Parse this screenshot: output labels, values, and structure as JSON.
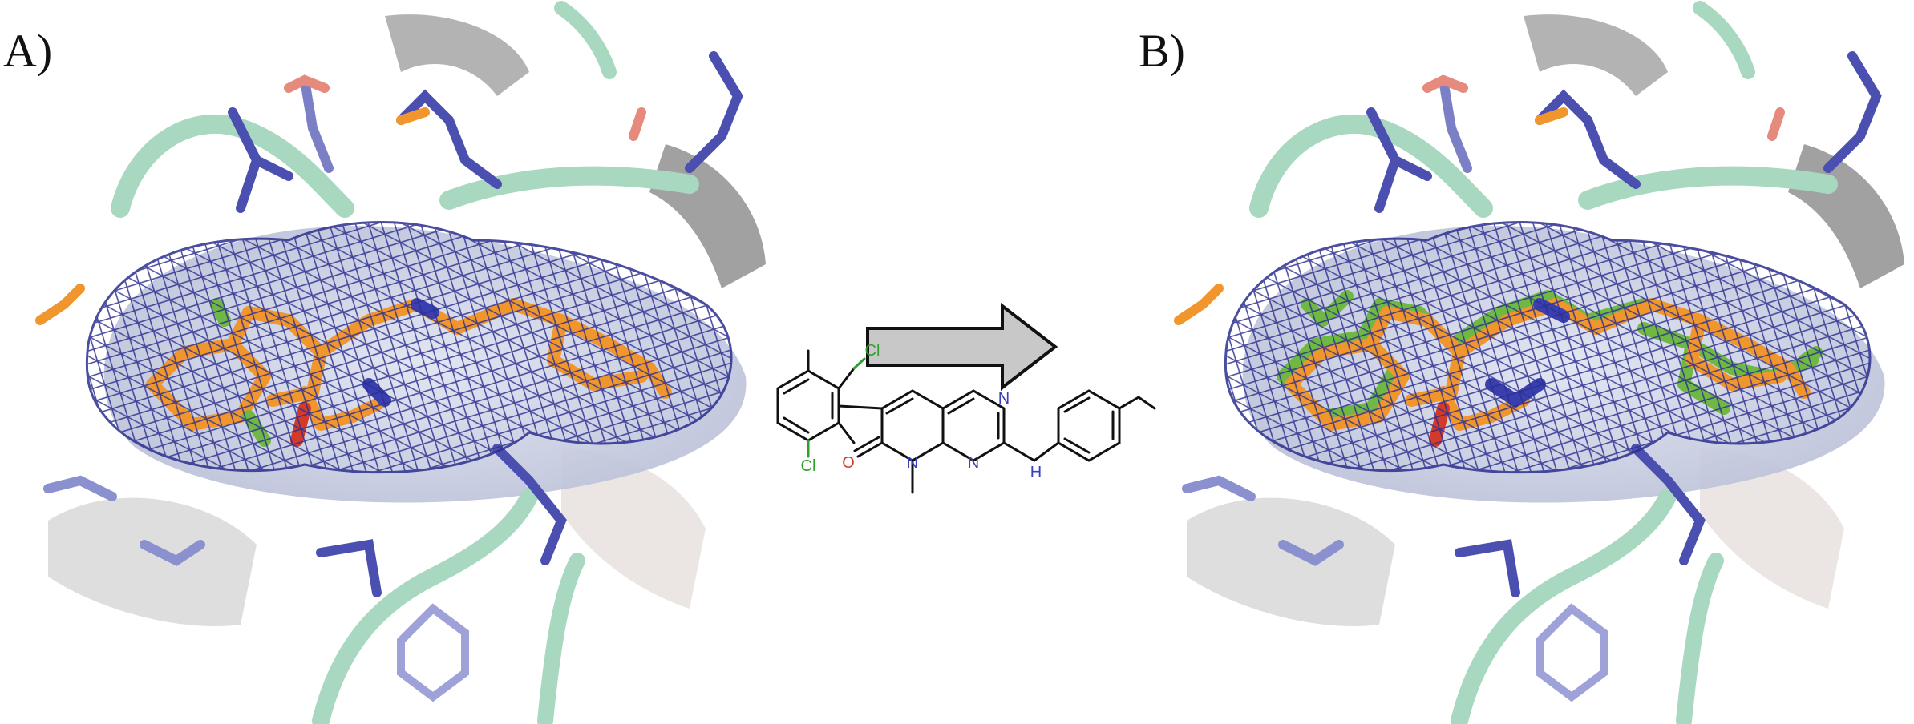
{
  "panels": [
    {
      "label": "A)"
    },
    {
      "label": "B)"
    }
  ],
  "molecule": {
    "atoms": {
      "cl_top": "Cl",
      "cl_bottom": "Cl",
      "o": "O",
      "n_ring": "N",
      "n_top": "N",
      "n_bottom": "N",
      "nh": "H"
    }
  },
  "colors": {
    "ligand_orange": "#f0962c",
    "ligand_green": "#6fb844",
    "mesh_blue": "#2c2f8f",
    "residue_blue": "#4a4fb0",
    "ribbon_green": "#a8d8bf",
    "surface_grey": "#9a9a9a",
    "arrow_fill": "#c8c8c8"
  }
}
